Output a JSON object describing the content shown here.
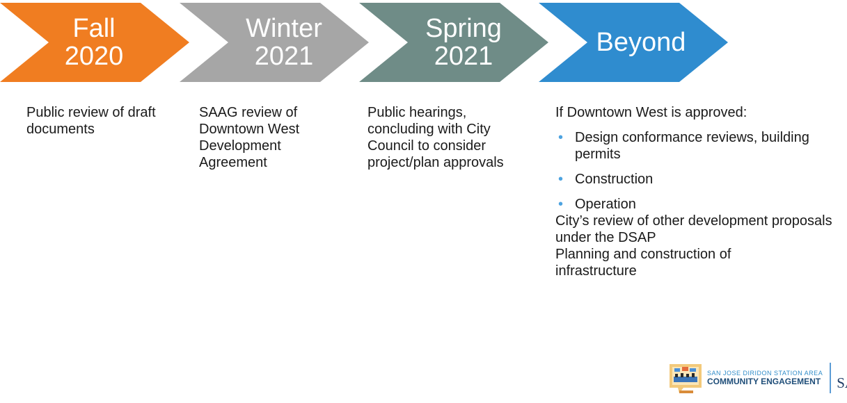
{
  "phases": [
    {
      "line1": "Fall",
      "line2": "2020",
      "color": "#f07d21",
      "description": "Public review of draft documents"
    },
    {
      "line1": "Winter",
      "line2": "2021",
      "color": "#a6a6a6",
      "description": "SAAG review of Downtown West Development Agreement"
    },
    {
      "line1": "Spring",
      "line2": "2021",
      "color": "#6f8c87",
      "description": "Public hearings, concluding with City Council to consider project/plan approvals"
    },
    {
      "line1": "Beyond",
      "line2": "",
      "color": "#2f8ccf",
      "intro": "If Downtown West is approved:",
      "bullets": [
        "Design conformance reviews, building permits",
        "Construction",
        "Operation"
      ],
      "paragraphs": [
        "City’s review of other development proposals under the DSAP",
        "Planning and construction of infrastructure"
      ]
    }
  ],
  "bullet_color": "#4da3e0",
  "logos": {
    "community_small": "SAN JOSE DIRIDON STATION AREA",
    "community_big": "COMMUNITY ENGAGEMENT",
    "city_seal": "SAN JOSE",
    "community_icon": "community-engagement-icon",
    "seal_icon": "city-of-san-jose-seal-icon"
  }
}
